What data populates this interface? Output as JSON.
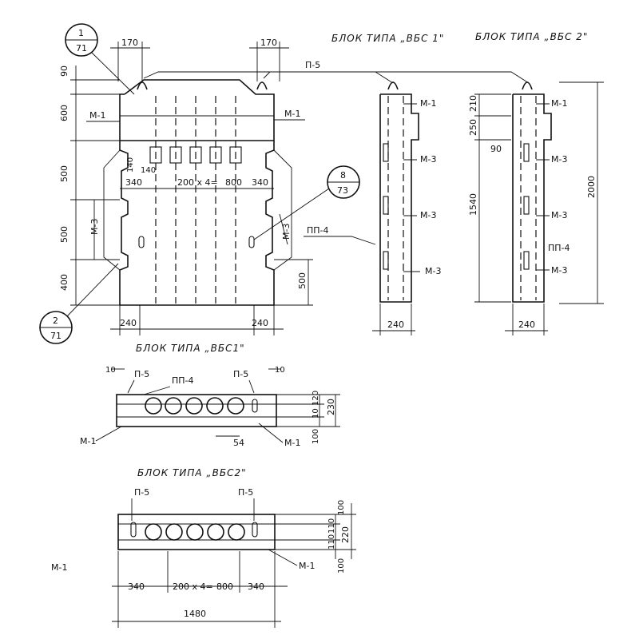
{
  "titles": {
    "elevation_vbs1": "БЛОК ТИПА „ВБС 1\"",
    "elevation_vbs2": "БЛОК ТИПА „ВБС 2\"",
    "plan_vbs1": "БЛОК ТИПА „ВБС1\"",
    "plan_vbs2": "БЛОК ТИПА „ВБС2\""
  },
  "callouts": {
    "c1_top": "1",
    "c1_bottom": "71",
    "c2_top": "2",
    "c2_bottom": "71",
    "c8_top": "8",
    "c8_bottom": "73"
  },
  "marks": {
    "p5": "П-5",
    "m1": "М-1",
    "m3": "М-3",
    "pp4": "ПП-4"
  },
  "dims": {
    "d170": "170",
    "d90": "90",
    "d600": "600",
    "d500": "500",
    "d400": "400",
    "d140": "140",
    "d340": "340",
    "d200x4": "200 x 4=",
    "d800": "800",
    "d240": "240",
    "d210": "210",
    "d250": "250",
    "d1540": "1540",
    "d2000": "2000",
    "d10": "10",
    "d120": "120",
    "d100": "100",
    "d230": "230",
    "d54": "54",
    "d220": "220",
    "d110": "110",
    "d1480": "1480"
  }
}
